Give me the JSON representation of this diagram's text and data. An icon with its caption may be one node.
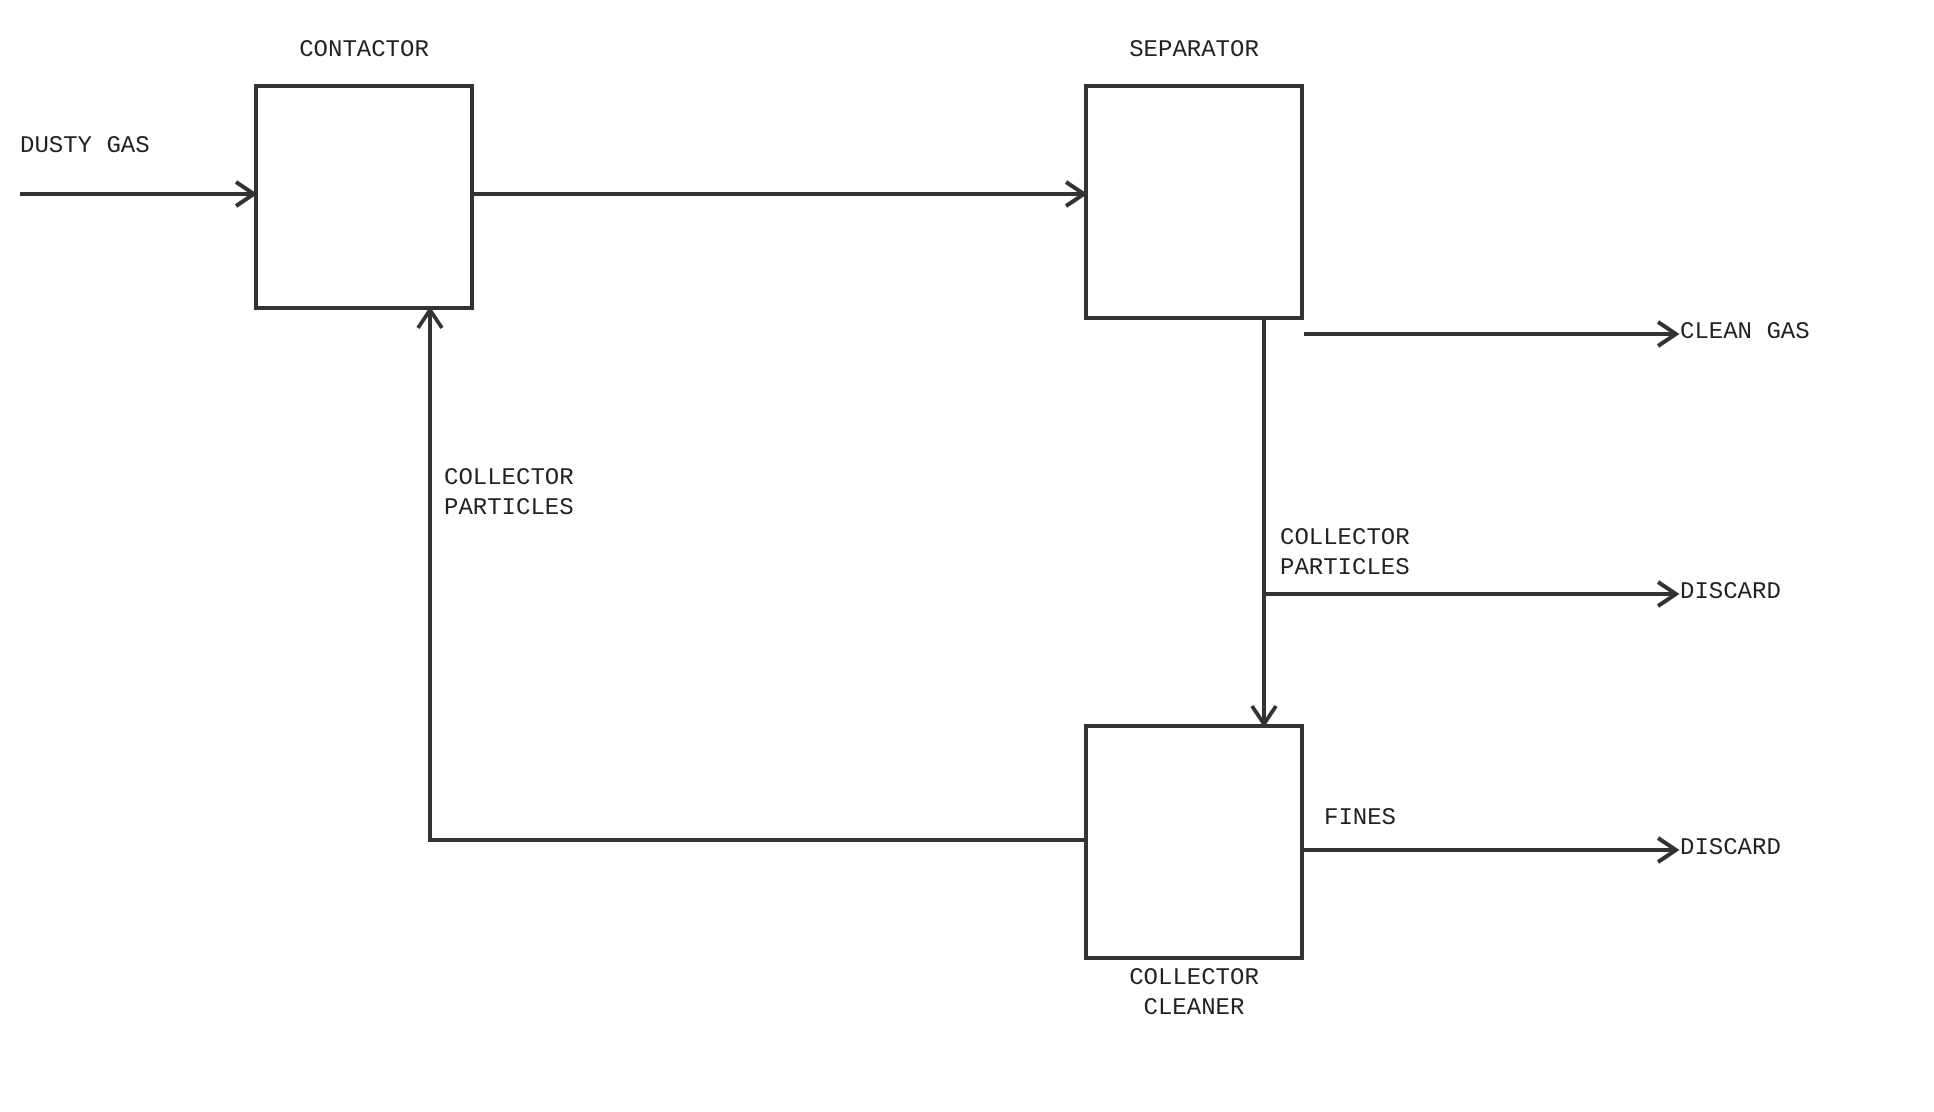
{
  "diagram": {
    "nodes": [
      {
        "text": [
          "CONTACTOR"
        ]
      },
      {
        "text": [
          "SEPARATOR"
        ]
      },
      {
        "text": [
          "COLLECTOR CLEANER"
        ]
      },
      {
        "text": [
          "DUSTY GAS"
        ]
      },
      {
        "text": [
          "CLEAN GAS"
        ]
      },
      {
        "text": [
          "DISCARD"
        ]
      },
      {
        "text": [
          "DISCARD"
        ]
      }
    ],
    "edges": [
      {
        "from": 3,
        "to": 0,
        "arrow": "to"
      },
      {
        "from": 0,
        "to": 1,
        "arrow": "to"
      },
      {
        "from": 1,
        "to": 4,
        "arrow": "to"
      },
      {
        "from": 1,
        "to": 2,
        "arrow": "to",
        "label": "COLLECTOR PARTICLES"
      },
      {
        "from": 1,
        "to": 5,
        "arrow": "to"
      },
      {
        "from": 2,
        "to": 6,
        "arrow": "to",
        "label": "FINES"
      },
      {
        "from": 2,
        "to": 0,
        "arrow": "to",
        "label": "COLLECTOR PARTICLES"
      }
    ]
  }
}
